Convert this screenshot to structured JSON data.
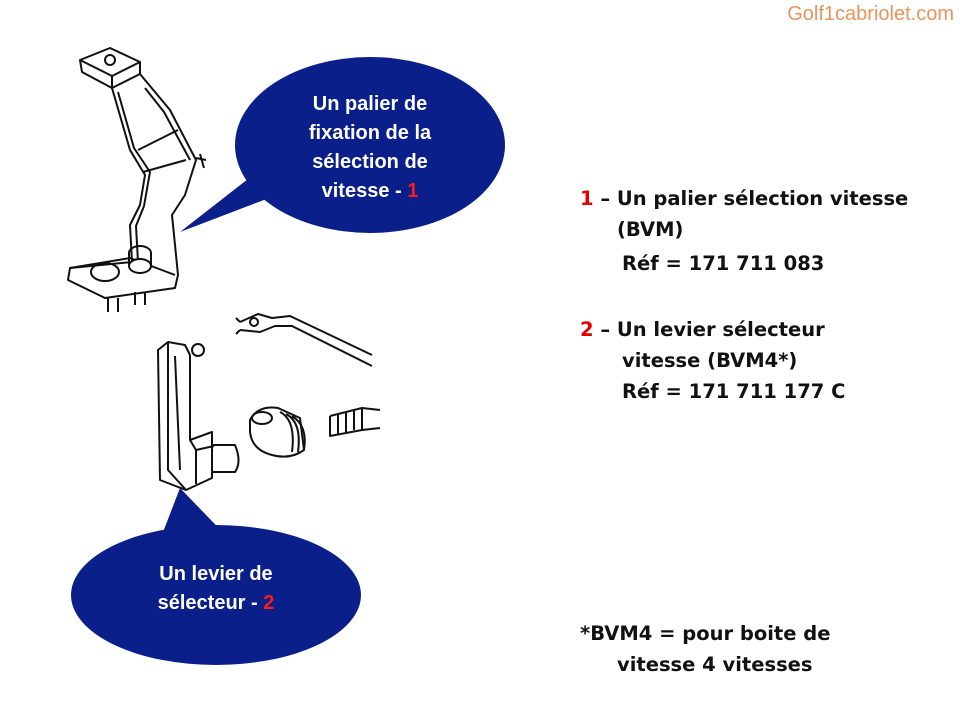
{
  "site": {
    "watermark": "Golf1cabriolet.com"
  },
  "callout_1": {
    "lines": [
      "Un palier de",
      "fixation de la",
      "sélection de"
    ],
    "last_line": "vitesse - ",
    "number": "1"
  },
  "callout_2": {
    "lines": [
      "Un levier de"
    ],
    "last_line": "sélecteur - ",
    "number": "2"
  },
  "parts": [
    {
      "number": "1",
      "line1": " – Un palier sélection vitesse",
      "line2": "(BVM)",
      "ref": "Réf = 171 711 083"
    },
    {
      "number": "2",
      "line1": " – Un levier sélecteur",
      "line2": "vitesse (BVM4*)",
      "ref": "Réf = 171 711 177 C"
    }
  ],
  "footnote": {
    "line1": "*BVM4 = pour boite de",
    "line2": "vitesse 4 vitesses"
  },
  "colors": {
    "bubble": "#0a1f8a",
    "accent_red": "#e00000",
    "watermark": "#e8935a"
  }
}
